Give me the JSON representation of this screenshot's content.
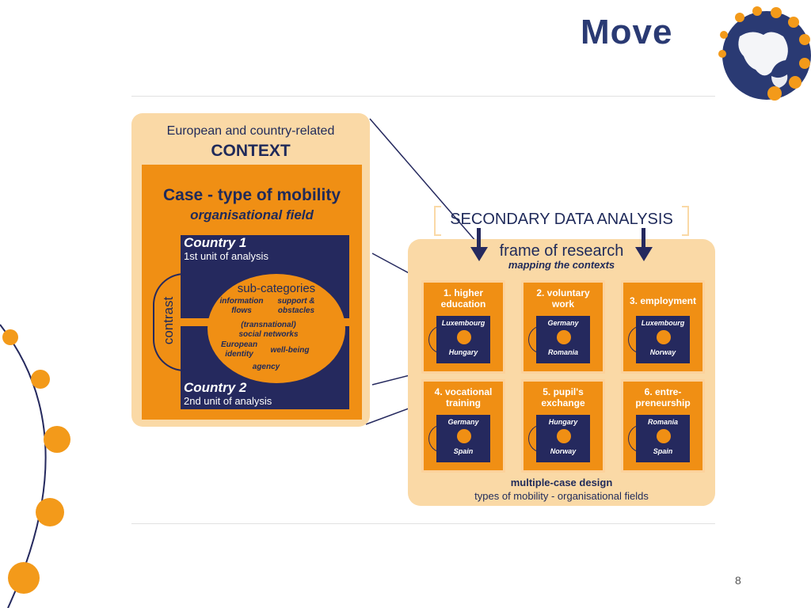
{
  "logo": {
    "text": "Move",
    "globe_colors": [
      "#2a3a73",
      "#f39a1a"
    ]
  },
  "left_panel": {
    "context_line1": "European and country-related",
    "context_line2": "CONTEXT",
    "case_title": "Case - type of mobility",
    "case_subtitle": "organisational field",
    "country1_title": "Country 1",
    "country1_sub": "1st unit of analysis",
    "country2_title": "Country 2",
    "country2_sub": "2nd unit of analysis",
    "contrast": "contrast",
    "subcategories": {
      "title": "sub-categories",
      "items": [
        "information flows",
        "support & obstacles",
        "(transnational) social networks",
        "European identity",
        "well-being",
        "agency"
      ]
    }
  },
  "right_panel": {
    "secondary_title": "SECONDARY DATA ANALYSIS",
    "frame_title": "frame of research",
    "frame_subtitle": "mapping the contexts",
    "cells": [
      {
        "title": "1. higher education",
        "countries": [
          "Luxembourg",
          "Hungary"
        ]
      },
      {
        "title": "2. voluntary work",
        "countries": [
          "Germany",
          "Romania"
        ]
      },
      {
        "title": "3. employment",
        "countries": [
          "Luxembourg",
          "Norway"
        ]
      },
      {
        "title": "4. vocational training",
        "countries": [
          "Germany",
          "Spain"
        ]
      },
      {
        "title": "5. pupil's exchange",
        "countries": [
          "Hungary",
          "Norway"
        ]
      },
      {
        "title": "6. entre-preneurship",
        "countries": [
          "Romania",
          "Spain"
        ]
      }
    ],
    "design_title": "multiple-case design",
    "design_subtitle": "types of mobility - organisational fields"
  },
  "page_number": "8",
  "colors": {
    "orange": "#f08f14",
    "navy": "#25295e",
    "light_orange": "#fad9a6"
  }
}
